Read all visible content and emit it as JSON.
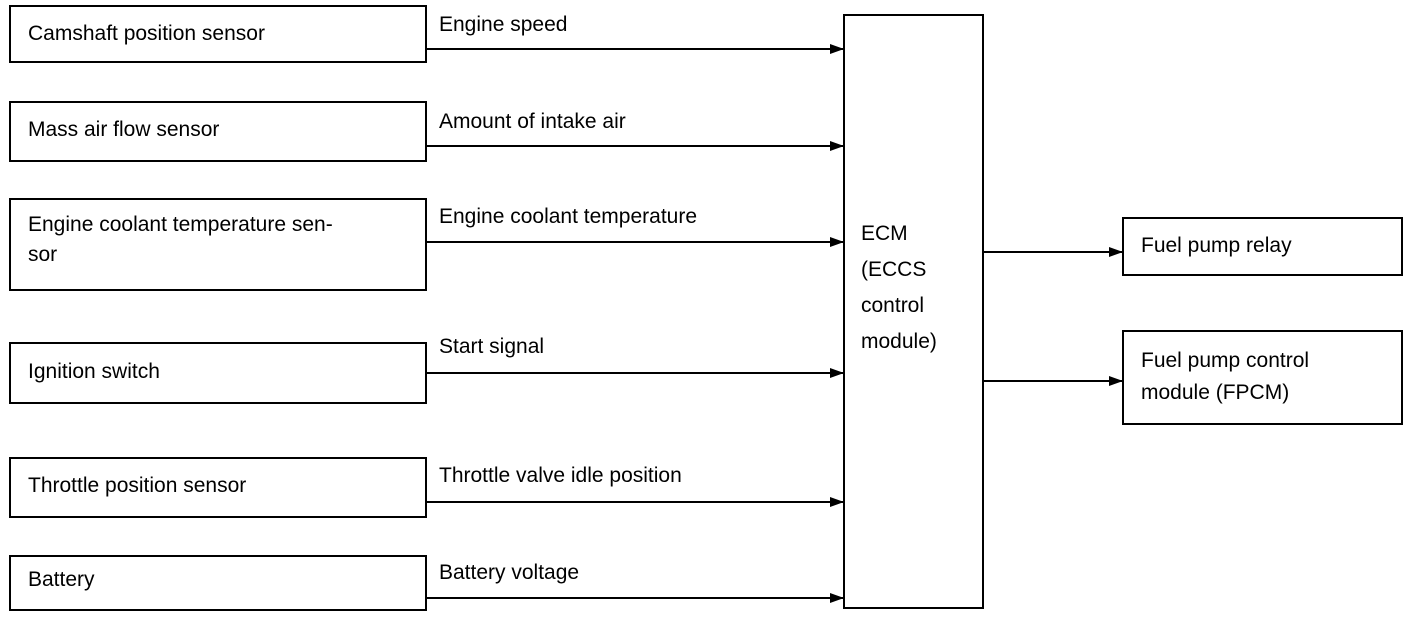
{
  "inputs": [
    {
      "label": "Camshaft position sensor",
      "signal": "Engine speed"
    },
    {
      "label": "Mass air flow sensor",
      "signal": "Amount of intake air"
    },
    {
      "label": "Engine coolant temperature sen-\nsor",
      "signal": "Engine coolant temperature"
    },
    {
      "label": "Ignition switch",
      "signal": "Start signal"
    },
    {
      "label": "Throttle position sensor",
      "signal": "Throttle valve idle position"
    },
    {
      "label": "Battery",
      "signal": "Battery voltage"
    }
  ],
  "ecm": {
    "line1": "ECM",
    "line2": "(ECCS",
    "line3": "control",
    "line4": "module)"
  },
  "outputs": [
    {
      "line1": "Fuel pump relay",
      "line2": ""
    },
    {
      "line1": "Fuel pump control",
      "line2": "module (FPCM)"
    }
  ],
  "colors": {
    "line": "#000000",
    "background": "#ffffff"
  }
}
